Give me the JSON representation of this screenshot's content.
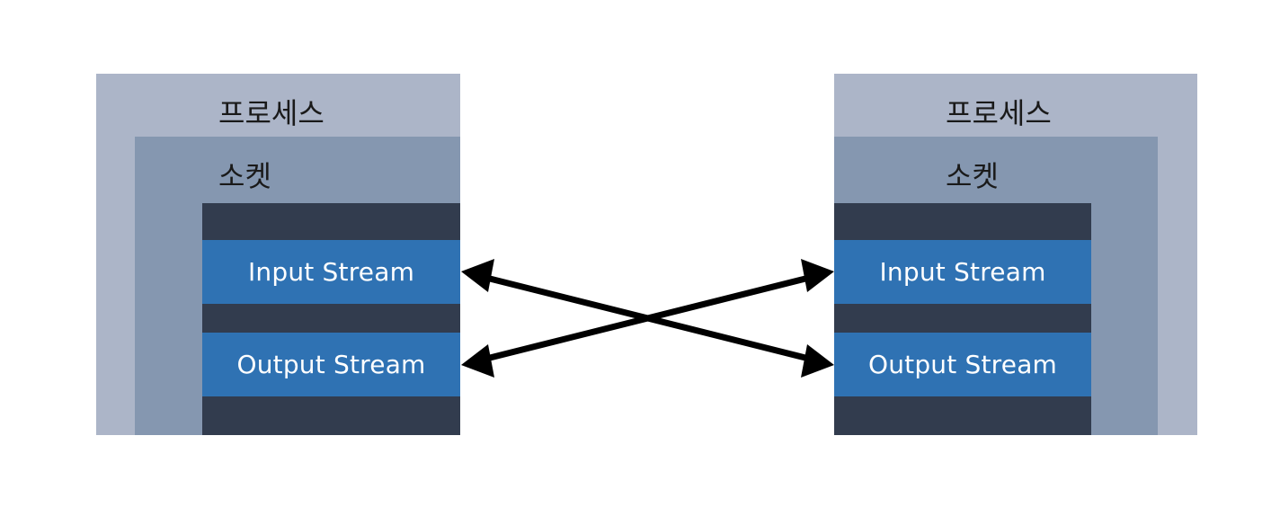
{
  "left": {
    "process_label": "프로세스",
    "socket_label": "소켓",
    "input_stream_label": "Input Stream",
    "output_stream_label": "Output Stream"
  },
  "right": {
    "process_label": "프로세스",
    "socket_label": "소켓",
    "input_stream_label": "Input Stream",
    "output_stream_label": "Output Stream"
  },
  "colors": {
    "process": "#acb5c8",
    "socket": "#8597b0",
    "stack": "#323c4e",
    "stream": "#2f72b3",
    "arrow": "#000000"
  },
  "connections": [
    {
      "from": "left.output_stream",
      "to": "right.input_stream"
    },
    {
      "from": "right.output_stream",
      "to": "left.input_stream"
    }
  ]
}
